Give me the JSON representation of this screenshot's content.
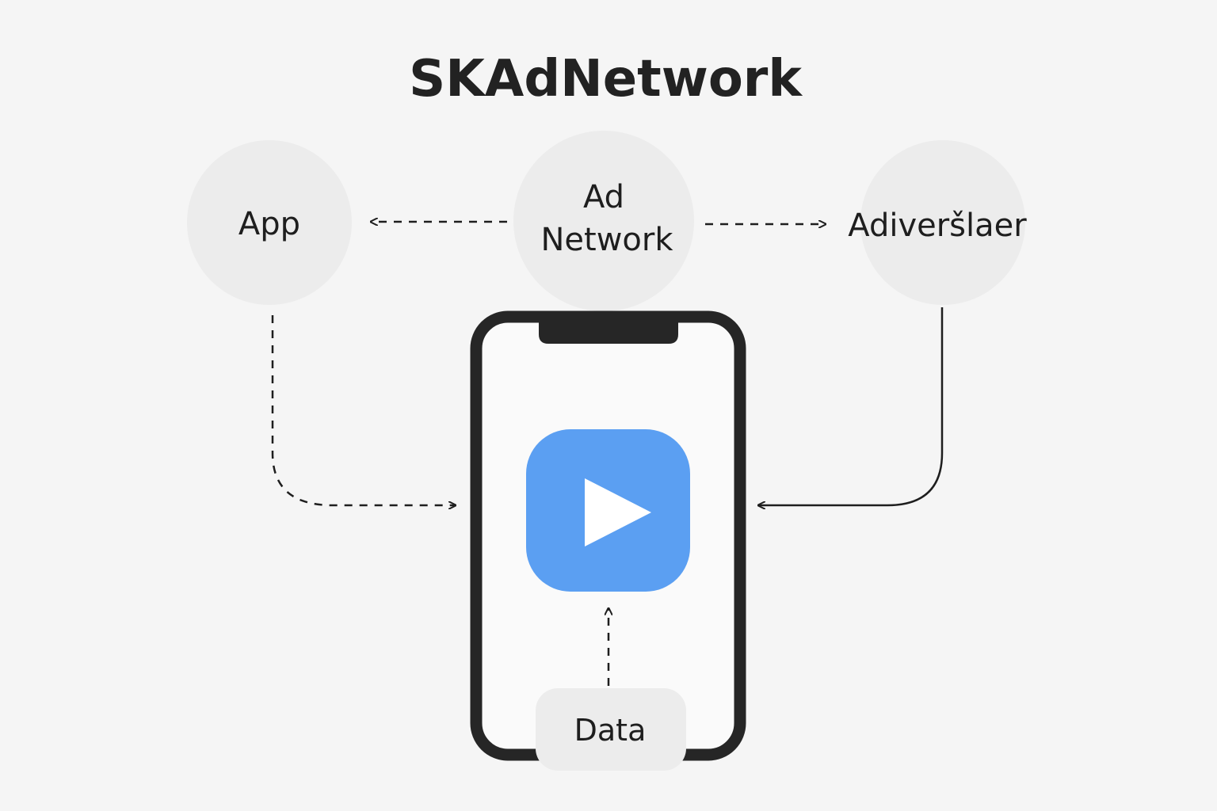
{
  "diagram": {
    "title": "SKAdNetwork",
    "nodes": {
      "app": {
        "label": "App"
      },
      "ad_network": {
        "label_line1": "Ad",
        "label_line2": "Network"
      },
      "advertiser": {
        "label": "Adiveršlaer"
      },
      "data": {
        "label": "Data"
      }
    },
    "connections": [
      {
        "from": "ad_network",
        "to": "app",
        "style": "dashed"
      },
      {
        "from": "ad_network",
        "to": "advertiser",
        "style": "dashed"
      },
      {
        "from": "app",
        "to": "phone",
        "style": "dashed"
      },
      {
        "from": "advertiser",
        "to": "phone",
        "style": "solid"
      },
      {
        "from": "data",
        "to": "play_icon",
        "style": "dashed"
      }
    ],
    "icons": {
      "phone": "smartphone-icon",
      "play": "play-icon"
    }
  },
  "colors": {
    "background": "#f5f5f5",
    "node_fill": "#ececec",
    "line": "#1e1e1e",
    "phone_frame": "#262626",
    "phone_screen": "#fafafa",
    "play_bg": "#5b9ff2",
    "play_glyph": "#ffffff",
    "data_fill": "#ececec"
  }
}
